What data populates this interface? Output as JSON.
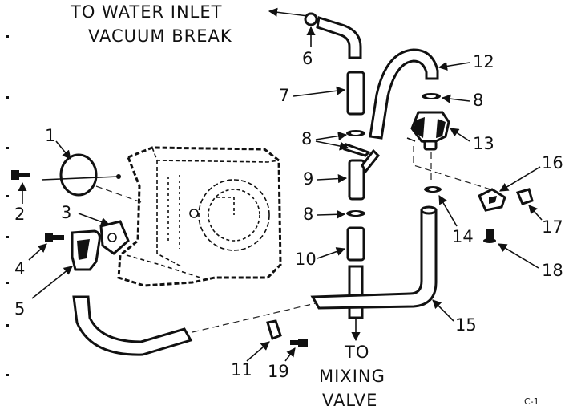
{
  "callouts": {
    "water_inlet_line1": "TO WATER INLET",
    "water_inlet_line2": "VACUUM BREAK",
    "mixing_line1": "TO",
    "mixing_line2": "MIXING",
    "mixing_line3": "VALVE",
    "page_code": "C-1"
  },
  "part_numbers": {
    "p1": "1",
    "p2": "2",
    "p3": "3",
    "p4": "4",
    "p5": "5",
    "p6": "6",
    "p7": "7",
    "p8a": "8",
    "p8b": "8",
    "p8c": "8",
    "p9": "9",
    "p10": "10",
    "p11": "11",
    "p12": "12",
    "p13": "13",
    "p14": "14",
    "p15": "15",
    "p16": "16",
    "p17": "17",
    "p18": "18",
    "p19": "19"
  }
}
